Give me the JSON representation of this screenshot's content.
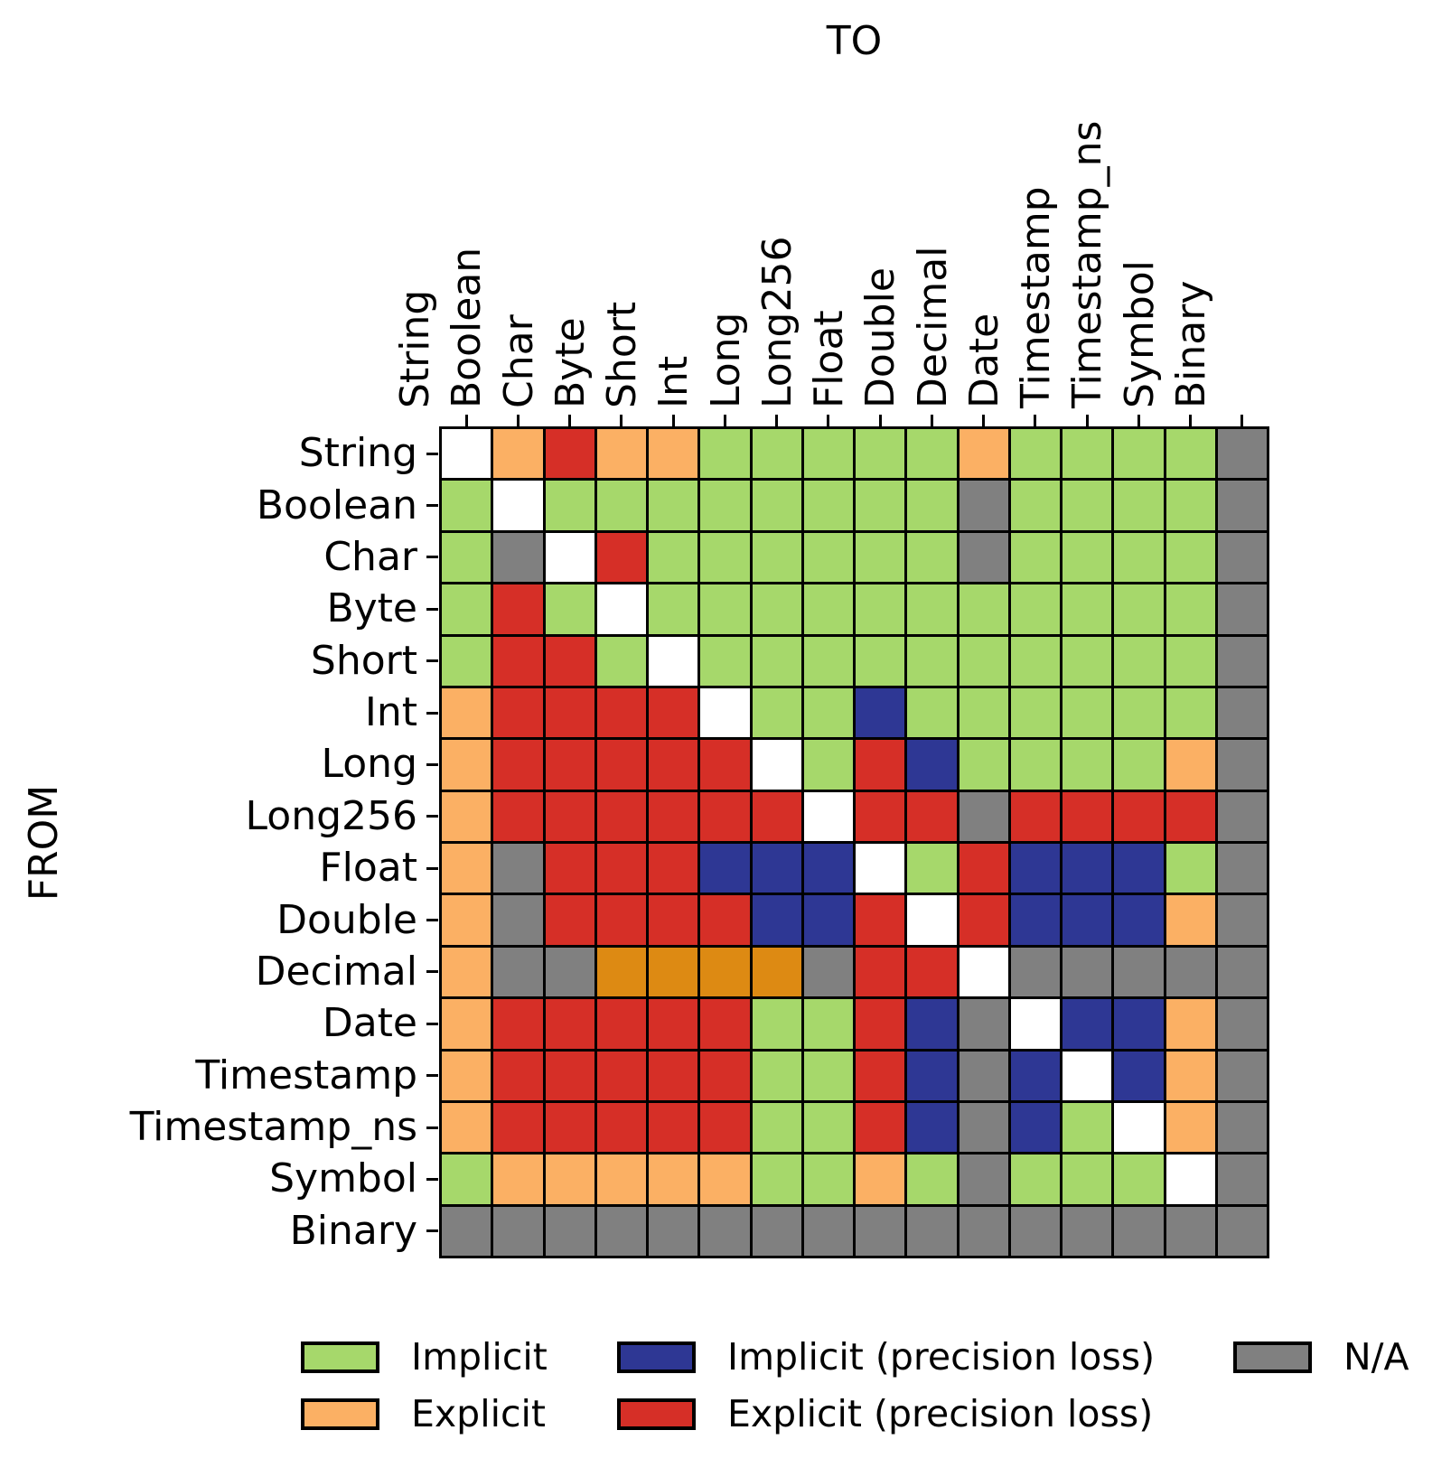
{
  "chart_data": {
    "type": "heatmap",
    "title": "TO",
    "ylabel": "FROM",
    "grid": true,
    "x_categories": [
      "String",
      "Boolean",
      "Char",
      "Byte",
      "Short",
      "Int",
      "Long",
      "Long256",
      "Float",
      "Double",
      "Decimal",
      "Date",
      "Timestamp",
      "Timestamp_ns",
      "Symbol",
      "Binary"
    ],
    "y_categories": [
      "String",
      "Boolean",
      "Char",
      "Byte",
      "Short",
      "Int",
      "Long",
      "Long256",
      "Float",
      "Double",
      "Decimal",
      "Date",
      "Timestamp",
      "Timestamp_ns",
      "Symbol",
      "Binary"
    ],
    "cell_code_meanings": {
      "G": "Implicit",
      "O": "Explicit",
      "D": "Explicit (dark orange shade)",
      "B": "Implicit (precision loss)",
      "R": "Explicit (precision loss)",
      "N": "N/A",
      "W": "self (diagonal, white)"
    },
    "rows": [
      {
        "from": "String",
        "cells": [
          "W",
          "O",
          "R",
          "O",
          "O",
          "G",
          "G",
          "G",
          "G",
          "G",
          "O",
          "G",
          "G",
          "G",
          "G",
          "N"
        ]
      },
      {
        "from": "Boolean",
        "cells": [
          "G",
          "W",
          "G",
          "G",
          "G",
          "G",
          "G",
          "G",
          "G",
          "G",
          "N",
          "G",
          "G",
          "G",
          "G",
          "N"
        ]
      },
      {
        "from": "Char",
        "cells": [
          "G",
          "N",
          "W",
          "R",
          "G",
          "G",
          "G",
          "G",
          "G",
          "G",
          "N",
          "G",
          "G",
          "G",
          "G",
          "N"
        ]
      },
      {
        "from": "Byte",
        "cells": [
          "G",
          "R",
          "G",
          "W",
          "G",
          "G",
          "G",
          "G",
          "G",
          "G",
          "G",
          "G",
          "G",
          "G",
          "G",
          "N"
        ]
      },
      {
        "from": "Short",
        "cells": [
          "G",
          "R",
          "R",
          "G",
          "W",
          "G",
          "G",
          "G",
          "G",
          "G",
          "G",
          "G",
          "G",
          "G",
          "G",
          "N"
        ]
      },
      {
        "from": "Int",
        "cells": [
          "O",
          "R",
          "R",
          "R",
          "R",
          "W",
          "G",
          "G",
          "B",
          "G",
          "G",
          "G",
          "G",
          "G",
          "G",
          "N"
        ]
      },
      {
        "from": "Long",
        "cells": [
          "O",
          "R",
          "R",
          "R",
          "R",
          "R",
          "W",
          "G",
          "R",
          "B",
          "G",
          "G",
          "G",
          "G",
          "O",
          "N"
        ]
      },
      {
        "from": "Long256",
        "cells": [
          "O",
          "R",
          "R",
          "R",
          "R",
          "R",
          "R",
          "W",
          "R",
          "R",
          "N",
          "R",
          "R",
          "R",
          "R",
          "N"
        ]
      },
      {
        "from": "Float",
        "cells": [
          "O",
          "N",
          "R",
          "R",
          "R",
          "B",
          "B",
          "B",
          "W",
          "G",
          "R",
          "B",
          "B",
          "B",
          "G",
          "N"
        ]
      },
      {
        "from": "Double",
        "cells": [
          "O",
          "N",
          "R",
          "R",
          "R",
          "R",
          "B",
          "B",
          "R",
          "W",
          "R",
          "B",
          "B",
          "B",
          "O",
          "N"
        ]
      },
      {
        "from": "Decimal",
        "cells": [
          "O",
          "N",
          "N",
          "D",
          "D",
          "D",
          "D",
          "N",
          "R",
          "R",
          "W",
          "N",
          "N",
          "N",
          "N",
          "N"
        ]
      },
      {
        "from": "Date",
        "cells": [
          "O",
          "R",
          "R",
          "R",
          "R",
          "R",
          "G",
          "G",
          "R",
          "B",
          "N",
          "W",
          "B",
          "B",
          "O",
          "N"
        ]
      },
      {
        "from": "Timestamp",
        "cells": [
          "O",
          "R",
          "R",
          "R",
          "R",
          "R",
          "G",
          "G",
          "R",
          "B",
          "N",
          "B",
          "W",
          "B",
          "O",
          "N"
        ]
      },
      {
        "from": "Timestamp_ns",
        "cells": [
          "O",
          "R",
          "R",
          "R",
          "R",
          "R",
          "G",
          "G",
          "R",
          "B",
          "N",
          "B",
          "G",
          "W",
          "O",
          "N"
        ]
      },
      {
        "from": "Symbol",
        "cells": [
          "G",
          "O",
          "O",
          "O",
          "O",
          "O",
          "G",
          "G",
          "O",
          "G",
          "N",
          "G",
          "G",
          "G",
          "W",
          "N"
        ]
      },
      {
        "from": "Binary",
        "cells": [
          "N",
          "N",
          "N",
          "N",
          "N",
          "N",
          "N",
          "N",
          "N",
          "N",
          "N",
          "N",
          "N",
          "N",
          "N",
          "N"
        ]
      }
    ]
  },
  "palette": {
    "implicit": "#a6d86b",
    "explicit": "#fbb064",
    "explicit_dark": "#dd8a13",
    "implicit_precision_loss": "#2e3794",
    "explicit_precision_loss": "#d62f27",
    "na": "#808080",
    "self": "#ffffff",
    "grid": "#000000"
  },
  "code_map": {
    "G": "implicit",
    "O": "explicit",
    "D": "explicit_dark",
    "B": "implicit_precision_loss",
    "R": "explicit_precision_loss",
    "N": "na",
    "W": "self"
  },
  "legend": {
    "items": [
      {
        "key": "implicit",
        "label": "Implicit"
      },
      {
        "key": "explicit",
        "label": "Explicit"
      },
      {
        "key": "implicit_precision_loss",
        "label": "Implicit (precision loss)"
      },
      {
        "key": "explicit_precision_loss",
        "label": "Explicit (precision loss)"
      },
      {
        "key": "na",
        "label": "N/A"
      }
    ]
  }
}
